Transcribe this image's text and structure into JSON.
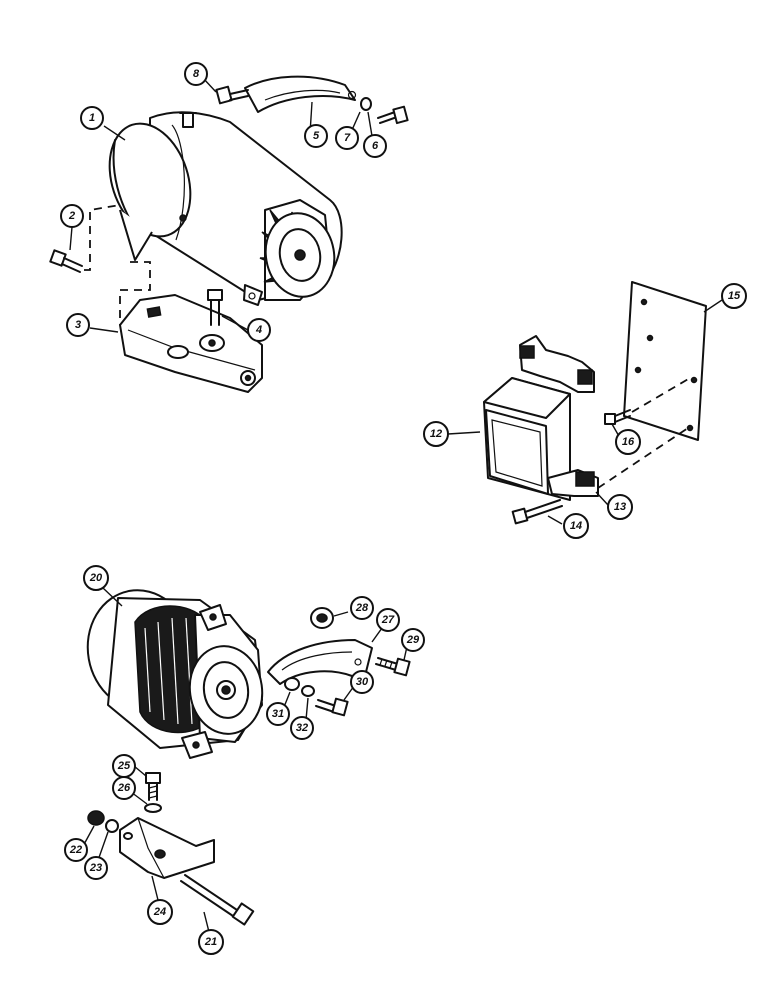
{
  "callouts": {
    "c1": "1",
    "c2": "2",
    "c3": "3",
    "c4": "4",
    "c5": "5",
    "c6": "6",
    "c7": "7",
    "c8": "8",
    "c12": "12",
    "c13": "13",
    "c14": "14",
    "c15": "15",
    "c16": "16",
    "c20": "20",
    "c21": "21",
    "c22": "22",
    "c23": "23",
    "c24": "24",
    "c25": "25",
    "c26": "26",
    "c27": "27",
    "c28": "28",
    "c29": "29",
    "c30": "30",
    "c31": "31",
    "c32": "32"
  }
}
